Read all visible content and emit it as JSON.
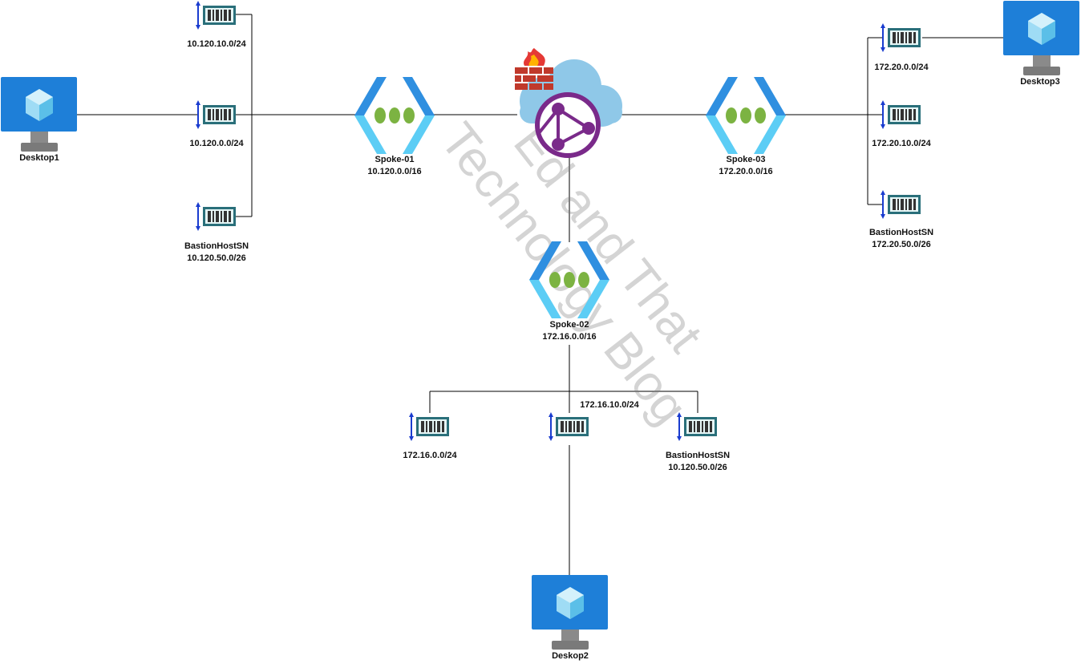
{
  "desktops": {
    "desktop1": "Desktop1",
    "desktop2": "Deskop2",
    "desktop3": "Desktop3"
  },
  "spokes": {
    "spoke01": {
      "name": "Spoke-01",
      "cidr": "10.120.0.0/16"
    },
    "spoke02": {
      "name": "Spoke-02",
      "cidr": "172.16.0.0/16"
    },
    "spoke03": {
      "name": "Spoke-03",
      "cidr": "172.20.0.0/16"
    }
  },
  "subnets": {
    "s1a": "10.120.10.0/24",
    "s1b": "10.120.0.0/24",
    "s1c_name": "BastionHostSN",
    "s1c_cidr": "10.120.50.0/26",
    "s2a": "172.16.0.0/24",
    "s2b": "172.16.10.0/24",
    "s2c_name": "BastionHostSN",
    "s2c_cidr": "10.120.50.0/26",
    "s3a": "172.20.0.0/24",
    "s3b": "172.20.10.0/24",
    "s3c_name": "BastionHostSN",
    "s3c_cidr": "172.20.50.0/26"
  },
  "watermark": "Ed and That\nTechnology Blog",
  "icons": {
    "desktop": "virtual-machine-icon",
    "subnet": "subnet-icon",
    "vnet": "virtual-network-icon",
    "hub": "firewall-cloud-hub-icon"
  },
  "colors": {
    "vm_blue": "#1e7fd8",
    "vnet_blue": "#2f8fe0",
    "vnet_dots": "#7cb342",
    "hub_purple": "#7a2a8a",
    "cloud": "#8fc8e8",
    "firewall": "#c0392b"
  }
}
